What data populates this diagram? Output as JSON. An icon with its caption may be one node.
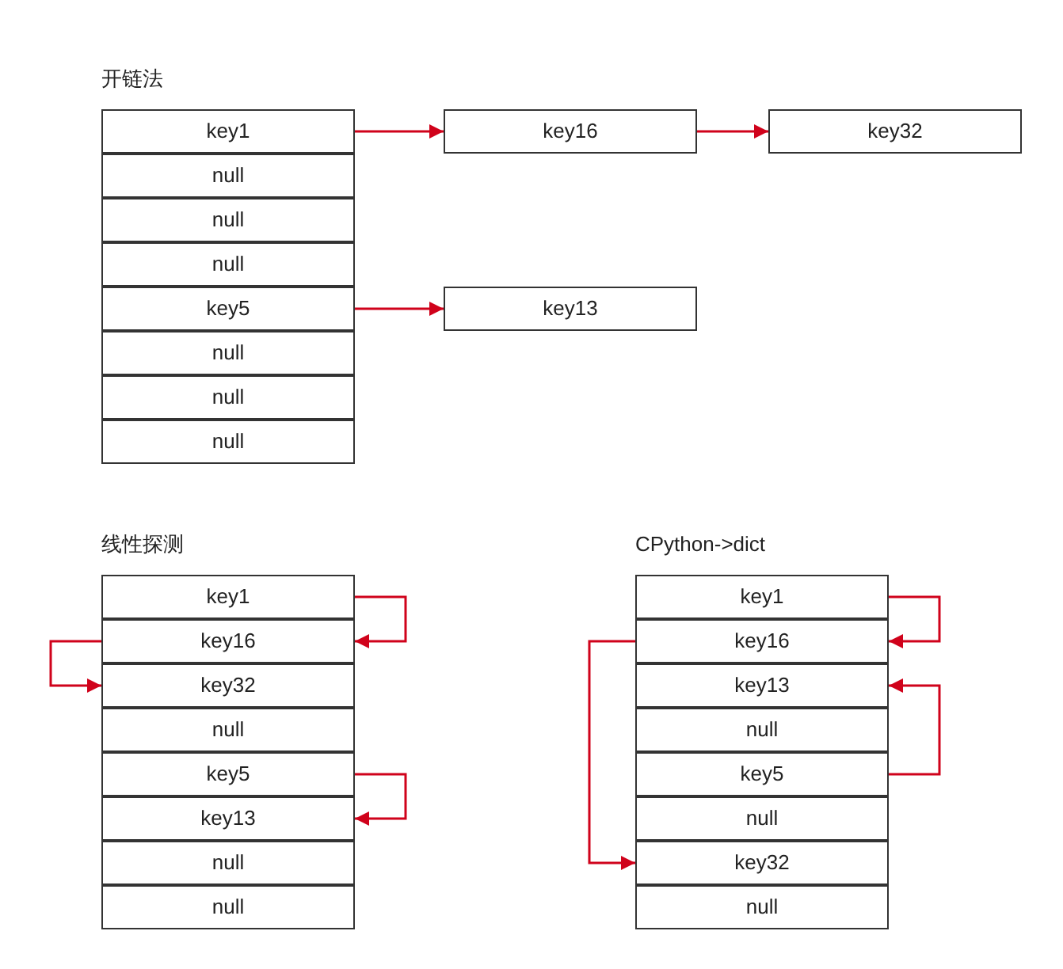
{
  "diagram": {
    "nodes": [
      {
        "text": [
          "开链法"
        ]
      },
      {
        "text": [
          "key1"
        ],
        "in": 0
      },
      {
        "text": [
          "null"
        ],
        "in": 0
      },
      {
        "text": [
          "null"
        ],
        "in": 0
      },
      {
        "text": [
          "null"
        ],
        "in": 0
      },
      {
        "text": [
          "key5"
        ],
        "in": 0
      },
      {
        "text": [
          "null"
        ],
        "in": 0
      },
      {
        "text": [
          "null"
        ],
        "in": 0
      },
      {
        "text": [
          "null"
        ],
        "in": 0
      },
      {
        "text": [
          "key16"
        ]
      },
      {
        "text": [
          "key32"
        ]
      },
      {
        "text": [
          "key13"
        ]
      },
      {
        "text": [
          "线性探测"
        ]
      },
      {
        "text": [
          "key1"
        ],
        "in": 12
      },
      {
        "text": [
          "key16"
        ],
        "in": 12
      },
      {
        "text": [
          "key32"
        ],
        "in": 12
      },
      {
        "text": [
          "null"
        ],
        "in": 12
      },
      {
        "text": [
          "key5"
        ],
        "in": 12
      },
      {
        "text": [
          "key13"
        ],
        "in": 12
      },
      {
        "text": [
          "null"
        ],
        "in": 12
      },
      {
        "text": [
          "null"
        ],
        "in": 12
      },
      {
        "text": [
          "CPython->dict"
        ]
      },
      {
        "text": [
          "key1"
        ],
        "in": 21
      },
      {
        "text": [
          "key16"
        ],
        "in": 21
      },
      {
        "text": [
          "key13"
        ],
        "in": 21
      },
      {
        "text": [
          "null"
        ],
        "in": 21
      },
      {
        "text": [
          "key5"
        ],
        "in": 21
      },
      {
        "text": [
          "null"
        ],
        "in": 21
      },
      {
        "text": [
          "key32"
        ],
        "in": 21
      },
      {
        "text": [
          "null"
        ],
        "in": 21
      }
    ],
    "edges": [
      {
        "from": 1,
        "to": 9,
        "arrow": "to"
      },
      {
        "from": 9,
        "to": 10,
        "arrow": "to"
      },
      {
        "from": 5,
        "to": 11,
        "arrow": "to"
      },
      {
        "from": 13,
        "to": 14,
        "arrow": "to"
      },
      {
        "from": 14,
        "to": 15,
        "arrow": "to"
      },
      {
        "from": 17,
        "to": 18,
        "arrow": "to"
      },
      {
        "from": 22,
        "to": 23,
        "arrow": "to"
      },
      {
        "from": 23,
        "to": 28,
        "arrow": "to"
      },
      {
        "from": 26,
        "to": 24,
        "arrow": "to"
      }
    ]
  }
}
